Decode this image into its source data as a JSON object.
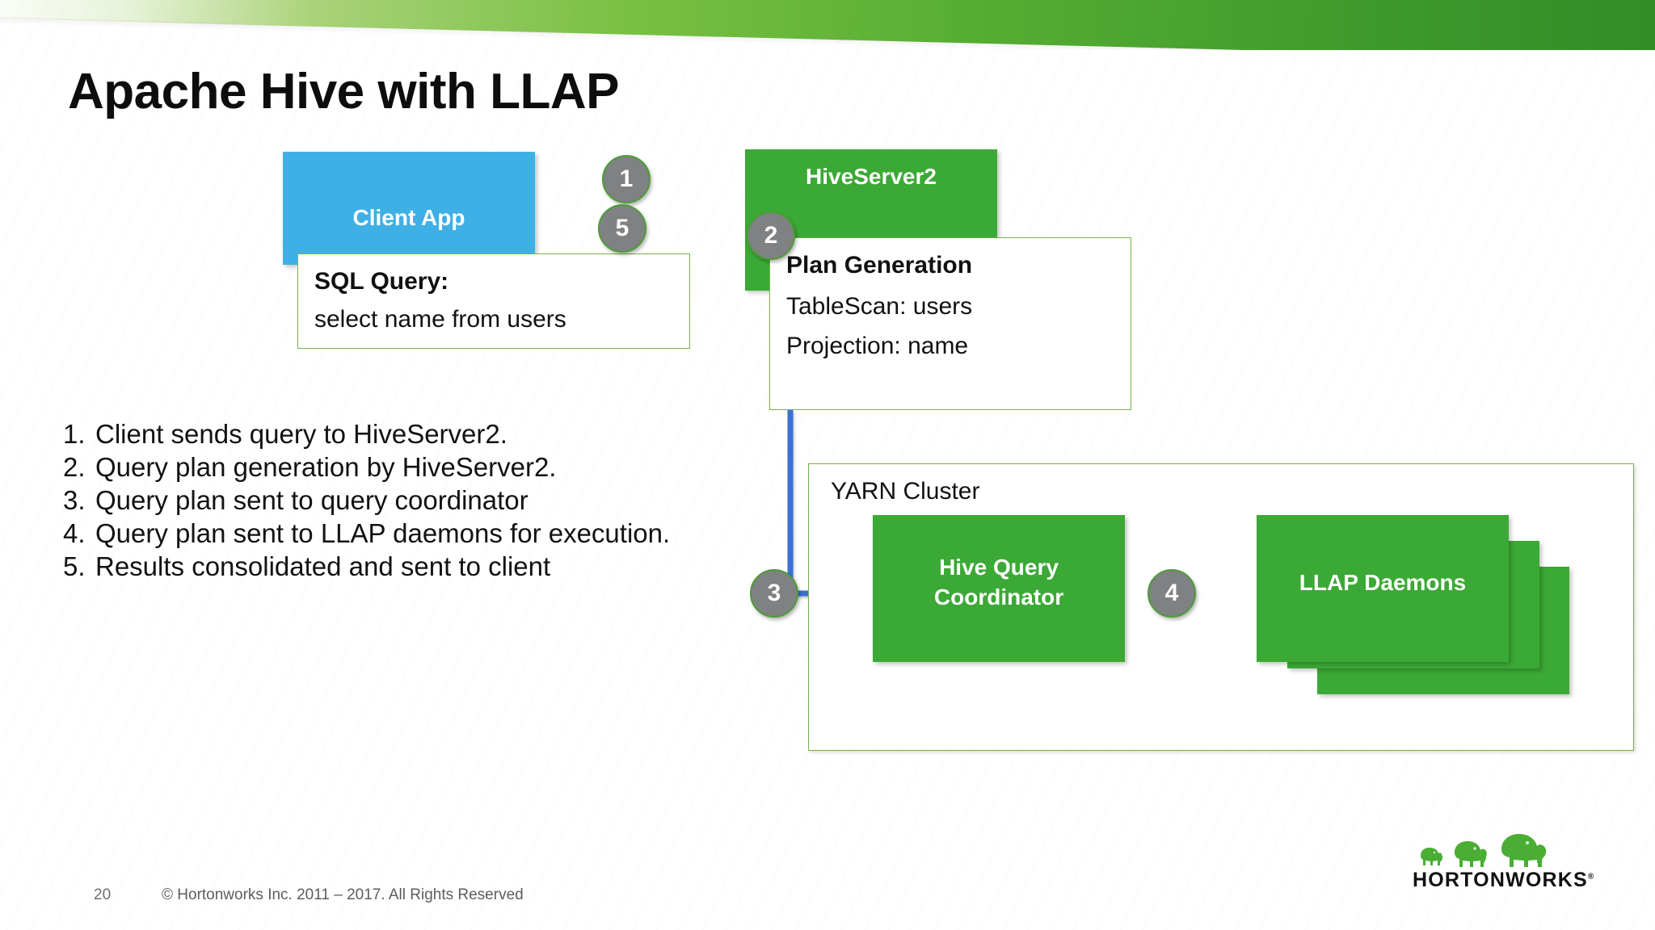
{
  "slide": {
    "title": "Apache Hive with LLAP",
    "page_number": "20",
    "copyright": "© Hortonworks Inc. 2011 – 2017. All Rights Reserved",
    "logo_word": "HORTONWORKS",
    "logo_trademark": "®"
  },
  "colors": {
    "green": "#3BA935",
    "banner_green": "#56AD33",
    "blue_box": "#3FB0E5",
    "arrow_blue": "#3B6FD4",
    "circle_gray": "#7F8183",
    "circle_border_green": "#4E9C36",
    "callout_border_green": "#76B348"
  },
  "diagram": {
    "client_app": {
      "label": "Client App"
    },
    "hiveserver2": {
      "label": "HiveServer2"
    },
    "sql_callout": {
      "heading": "SQL Query:",
      "line1": "select name from users"
    },
    "plan_callout": {
      "heading": "Plan Generation",
      "line1": "TableScan: users",
      "line2": "Projection: name"
    },
    "yarn_cluster": {
      "label": "YARN Cluster"
    },
    "coordinator": {
      "line1": "Hive Query",
      "line2": "Coordinator"
    },
    "llap": {
      "label": "LLAP Daemons"
    },
    "steps": [
      {
        "id": "1",
        "label": "1"
      },
      {
        "id": "2",
        "label": "2"
      },
      {
        "id": "3",
        "label": "3"
      },
      {
        "id": "4",
        "label": "4"
      },
      {
        "id": "5",
        "label": "5"
      }
    ]
  },
  "steps_list": [
    {
      "num": "1.",
      "text": "Client sends query to HiveServer2."
    },
    {
      "num": "2.",
      "text": "Query plan generation by HiveServer2."
    },
    {
      "num": "3.",
      "text": "Query plan sent to query coordinator"
    },
    {
      "num": "4.",
      "text": "Query plan sent to LLAP daemons for execution."
    },
    {
      "num": "5.",
      "text": "Results consolidated and sent to client"
    }
  ]
}
